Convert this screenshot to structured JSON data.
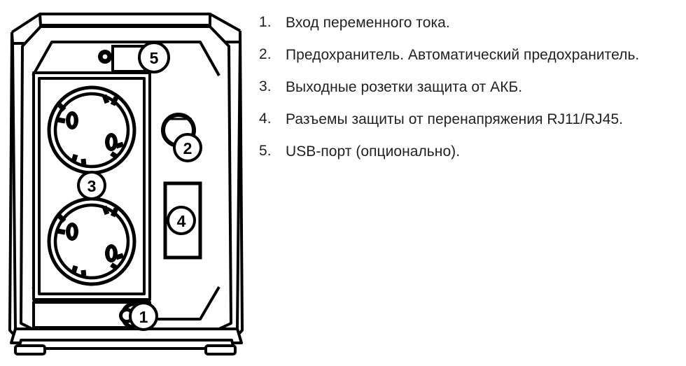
{
  "figure": {
    "title": "UPS rear panel callout diagram",
    "line_color": "#000000",
    "fill_color": "#ffffff",
    "text_color": "#231f20"
  },
  "diagram": {
    "device": "ups-rear-panel",
    "callouts": [
      {
        "id": "callout-1",
        "number": "1",
        "target": "ac-input-inlet"
      },
      {
        "id": "callout-2",
        "number": "2",
        "target": "circuit-breaker"
      },
      {
        "id": "callout-3",
        "number": "3",
        "target": "output-sockets"
      },
      {
        "id": "callout-4",
        "number": "4",
        "target": "rj11-rj45-jacks"
      },
      {
        "id": "callout-5",
        "number": "5",
        "target": "usb-port"
      }
    ],
    "parts": {
      "usb_port": "usb-port",
      "screw": "panel-screw",
      "socket_top": "schuko-socket-top",
      "socket_bottom": "schuko-socket-bottom",
      "breaker": "circuit-breaker-button",
      "surge_jacks": "rj11-rj45-jack-block",
      "ac_inlet": "ac-input-connector",
      "foot_left": "chassis-foot-left",
      "foot_right": "chassis-foot-right"
    }
  },
  "legend": {
    "items": [
      {
        "number": "1.",
        "text": "Вход переменного тока."
      },
      {
        "number": "2.",
        "text": "Предохранитель. Автоматический предохранитель."
      },
      {
        "number": "3.",
        "text": "Выходные розетки защита от АКБ."
      },
      {
        "number": "4.",
        "text": "Разъемы защиты от перенапряжения RJ11/RJ45."
      },
      {
        "number": "5.",
        "text": "USB-порт (опционально)."
      }
    ]
  }
}
